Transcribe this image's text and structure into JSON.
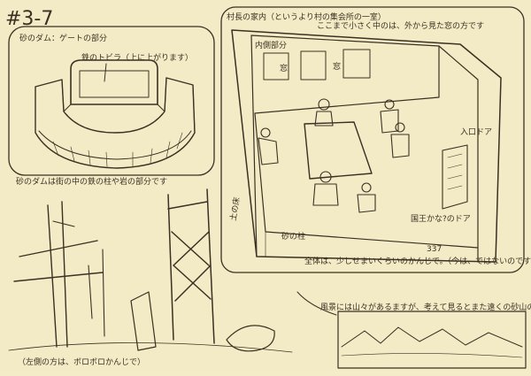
{
  "sheet": {
    "scene_number": "#3-7",
    "paper_color": "#f3ebc6",
    "ink_color": "#3a3024"
  },
  "panel_dam": {
    "caption": "砂のダム：ゲートの部分",
    "callout_gate": "鉄のトビラ（上に上がります）"
  },
  "caption_pillars": "砂のダムは街の中の鉄の柱や岩の部分です",
  "panel_room": {
    "caption": "村長の家内（というより村の集会所の一室）",
    "callout_window": "ここまで小さく中のは、外から見た窓の方です",
    "label_window_left": "窓",
    "label_window_right": "窓",
    "label_room_wall": "内側部分",
    "label_door": "入口ドア",
    "label_floor": "土の床",
    "label_furniture": "砂の柱",
    "label_corner": "国王かな?のドア",
    "label_small": "337",
    "note_lighting": "全体は、少しせまいくらいのかんじで。（今は、ではないのですが少し暗め、温度な感じです）"
  },
  "panel_landscape": {
    "note": "風景には山々があるますが、考えて見るとまた遠くの砂山の中、向こうで出ているかんじの風景を、想像して下さい"
  },
  "bottom_note": "（左側の方は、ボロボロかんじで）"
}
